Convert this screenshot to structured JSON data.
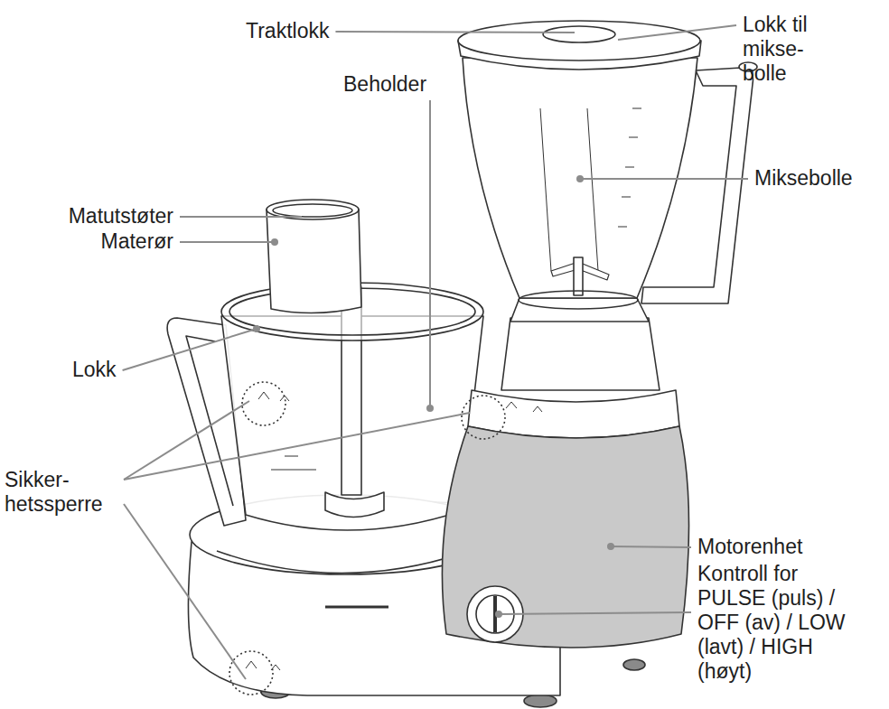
{
  "diagram": {
    "labels": [
      "Traktlokk",
      "Lokk til mikse- bolle",
      "Beholder",
      "Miksebolle",
      "Matutstøter",
      "Materør",
      "Lokk",
      "Sikker- hetssperre",
      "Motorenhet",
      "Kontroll for PULSE (puls) / OFF (av) / LOW (lavt) / HIGH (høyt)"
    ]
  }
}
